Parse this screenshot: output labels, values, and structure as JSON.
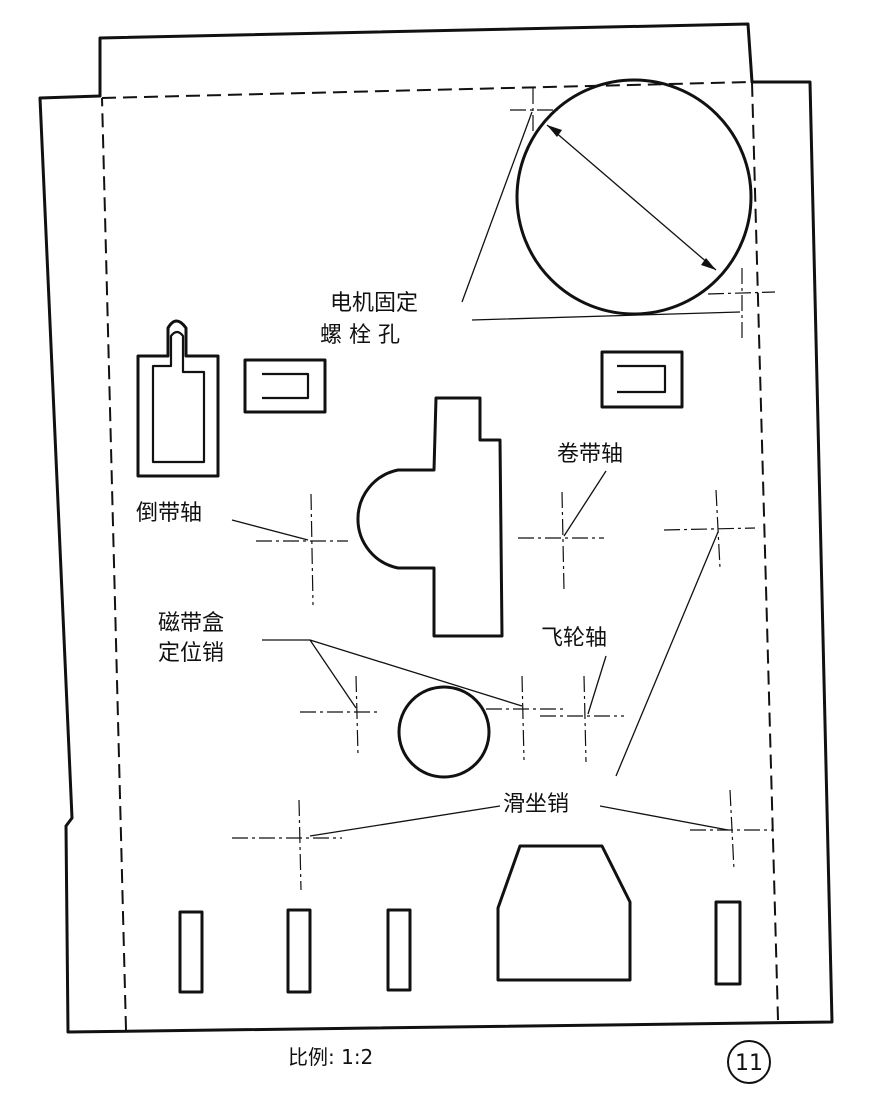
{
  "labels": {
    "motor_bolt_hole_line1": "电机固定",
    "motor_bolt_hole_line2": "螺 栓 孔",
    "takeup_reel_shaft": "卷带轴",
    "rewind_reel_shaft": "倒带轴",
    "cassette_locator_line1": "磁带盒",
    "cassette_locator_line2": "定位销",
    "flywheel_shaft": "飞轮轴",
    "slider_pin": "滑坐销"
  },
  "footer": {
    "scale": "比例: 1:2",
    "page_number": "11"
  }
}
